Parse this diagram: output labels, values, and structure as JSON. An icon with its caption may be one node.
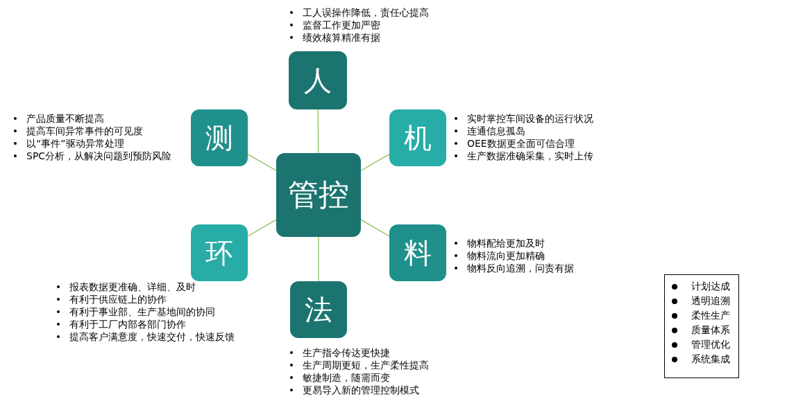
{
  "diagram": {
    "nodes": [
      {
        "text": [
          "管控"
        ]
      },
      {
        "text": [
          "人"
        ],
        "beside": [
          "工人误操作降低，责任心提高",
          "监督工作更加严密",
          "绩效核算精准有据"
        ]
      },
      {
        "text": [
          "机"
        ],
        "beside": [
          "实时掌控车间设备的运行状况",
          "连通信息孤岛",
          "OEE数据更全面可信合理",
          "生产数据准确采集，实时上传"
        ]
      },
      {
        "text": [
          "料"
        ],
        "beside": [
          "物料配给更加及时",
          "物料流向更加精确",
          "物料反向追溯，问责有据"
        ]
      },
      {
        "text": [
          "法"
        ],
        "beside": [
          "生产指令传达更快捷",
          "生产周期更短，生产柔性提高",
          "敏捷制造，随需而变",
          "更易导入新的管理控制模式"
        ]
      },
      {
        "text": [
          "环"
        ],
        "beside": [
          "报表数据更准确、详细、及时",
          "有利于供应链上的协作",
          "有利于事业部、生产基地间的协同",
          "有利于工厂内部各部门协作",
          "提高客户满意度，快速交付，快速反馈"
        ]
      },
      {
        "text": [
          "测"
        ],
        "beside": [
          "产品质量不断提高",
          "提高车间异常事件的可见度",
          "以“事件”驱动异常处理",
          "SPC分析，从解决问题到预防风险"
        ]
      },
      {
        "text": [
          "计划达成",
          "透明追溯",
          "柔性生产",
          "质量体系",
          "管理优化",
          "系统集成"
        ]
      }
    ],
    "edges": [
      {
        "from": 0,
        "to": 1,
        "arrow": "none"
      },
      {
        "from": 0,
        "to": 2,
        "arrow": "none"
      },
      {
        "from": 0,
        "to": 3,
        "arrow": "none"
      },
      {
        "from": 0,
        "to": 4,
        "arrow": "none"
      },
      {
        "from": 0,
        "to": 5,
        "arrow": "none"
      },
      {
        "from": 0,
        "to": 6,
        "arrow": "none"
      }
    ]
  }
}
